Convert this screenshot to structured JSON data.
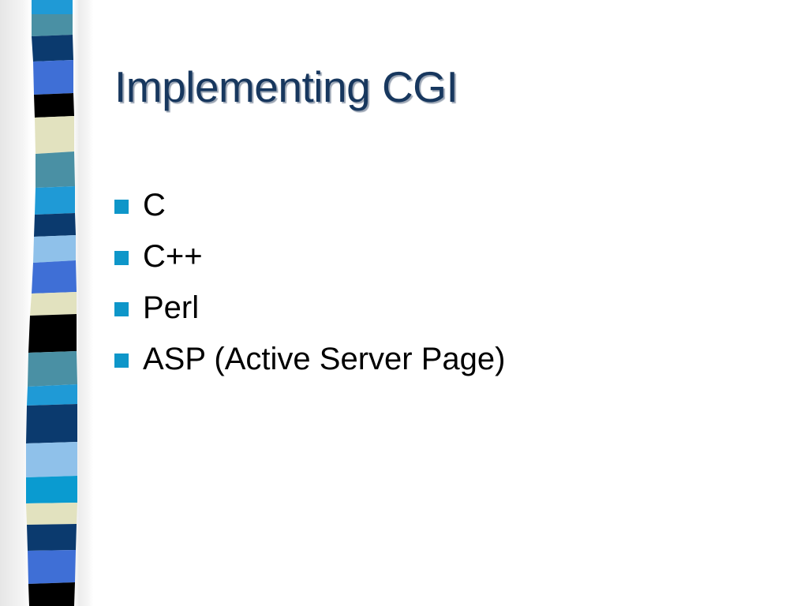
{
  "slide": {
    "title": "Implementing CGI",
    "bullets": [
      {
        "text": "C"
      },
      {
        "text": "C++"
      },
      {
        "text": "Perl"
      },
      {
        "text": "ASP (Active Server Page)"
      }
    ]
  },
  "colors": {
    "title": "#17375e",
    "bullet_marker": "#0e96c9",
    "body_text": "#000000",
    "strip_palette": [
      "#1f9ad6",
      "#4a90a4",
      "#0b3a6e",
      "#3f6fd6",
      "#000000",
      "#e2e2bf",
      "#8fc1ea",
      "#0a9bd0"
    ]
  }
}
